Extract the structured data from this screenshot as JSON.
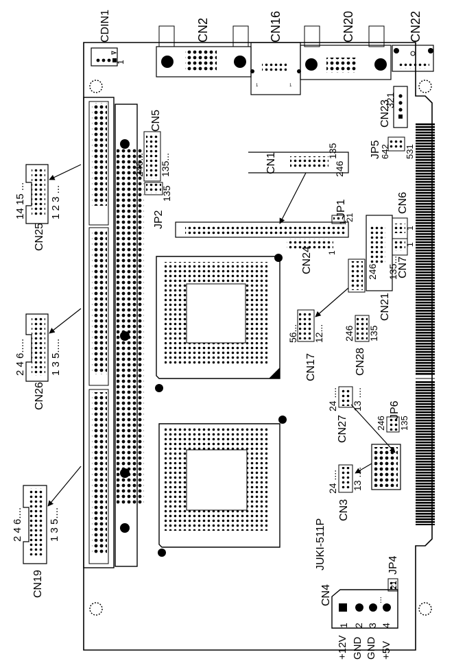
{
  "connectors": {
    "cdin1": "CDIN1",
    "cn2": "CN2",
    "cn16": "CN16",
    "cn20": "CN20",
    "cn22": "CN22",
    "cn5": "CN5",
    "cn1": "CN1",
    "jp5": "JP5",
    "cn23": "CN23",
    "cn25": "CN25",
    "jp2": "JP2",
    "jp1": "JP1",
    "cn6": "CN6",
    "cn24": "CN24",
    "cn7": "CN7",
    "cn21": "CN21",
    "cn26": "CN26",
    "cn17": "CN17",
    "cn28": "CN28",
    "cn27": "CN27",
    "jp6": "JP6",
    "cn3": "CN3",
    "cn19": "CN19",
    "jp4": "JP4",
    "cn4": "CN4"
  },
  "board_label": "JUKI-511P",
  "pins": {
    "cdin1_pin1": "1",
    "cn5_even": "246...",
    "cn5_odd": "135...",
    "cn1_odd": "135",
    "cn1_even": "246",
    "cn1_pin1": "1",
    "jp5_even": "642",
    "jp5_odd": "531",
    "cn23_pins": "321",
    "cn25_top": "14 15 ...",
    "cn25_bottom": "1 2 3 ...",
    "jp2_pins": "135",
    "jp1_pins": "21",
    "cn6_pin1": "1",
    "cn24_pin1": "1",
    "cn21_even": "246",
    "cn21_odd": "135...",
    "cn7_pin1": "1",
    "cn26_even": "2 4 6.....",
    "cn26_odd": "1 3 5.....",
    "cn17_even": "56...",
    "cn17_odd": "12...",
    "cn28_even": "246",
    "cn28_odd": "135",
    "cn27_even": "24 ....",
    "cn27_odd": "13 ....",
    "jp6_even": "246",
    "jp6_odd": "135",
    "cn3_even": "24 ....",
    "cn3_odd": "13 ....",
    "cn19_even": "2 4 6....",
    "cn19_odd": "1 3 5....",
    "jp4_pins": "21",
    "cn4_nums": [
      "1",
      "2",
      "3",
      "4"
    ],
    "cn4_dots": "..."
  },
  "power_labels": [
    "+12V",
    "GND",
    "GND",
    "+5V"
  ]
}
